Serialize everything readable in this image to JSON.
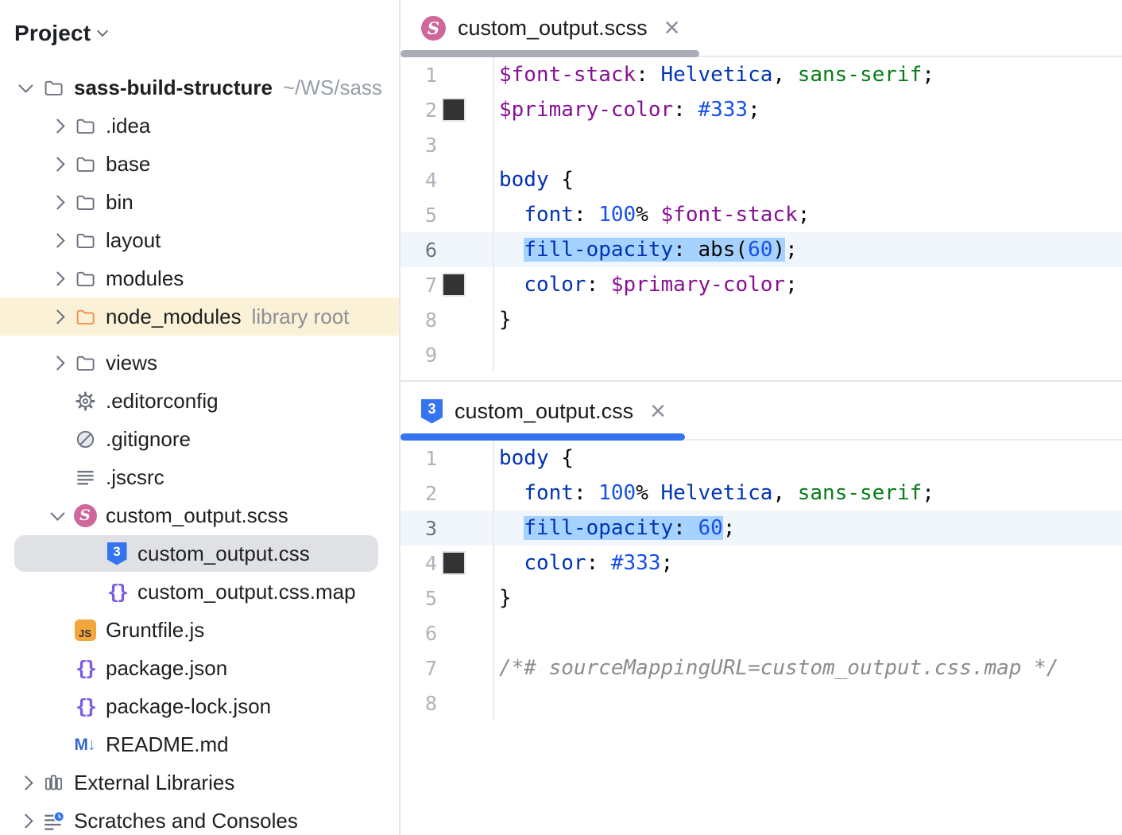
{
  "project_panel": {
    "title": "Project",
    "items": [
      {
        "label": "sass-build-structure",
        "secondary": "~/WS/sass",
        "icon": "folder",
        "depth": 0,
        "chevron": "down",
        "bold": true
      },
      {
        "label": ".idea",
        "icon": "folder",
        "depth": 1,
        "chevron": "right"
      },
      {
        "label": "base",
        "icon": "folder",
        "depth": 1,
        "chevron": "right"
      },
      {
        "label": "bin",
        "icon": "folder",
        "depth": 1,
        "chevron": "right"
      },
      {
        "label": "layout",
        "icon": "folder",
        "depth": 1,
        "chevron": "right"
      },
      {
        "label": "modules",
        "icon": "folder",
        "depth": 1,
        "chevron": "right"
      },
      {
        "label": "node_modules",
        "badge": "library root",
        "icon": "folder-orange",
        "depth": 1,
        "chevron": "right",
        "highlighted": true,
        "gap_after": true
      },
      {
        "label": "views",
        "icon": "folder",
        "depth": 1,
        "chevron": "right"
      },
      {
        "label": ".editorconfig",
        "icon": "gear",
        "depth": 1,
        "chevron": "none"
      },
      {
        "label": ".gitignore",
        "icon": "no-entry",
        "depth": 1,
        "chevron": "none"
      },
      {
        "label": ".jscsrc",
        "icon": "text-lines",
        "depth": 1,
        "chevron": "none"
      },
      {
        "label": "custom_output.scss",
        "icon": "sass",
        "depth": 1,
        "chevron": "down"
      },
      {
        "label": "custom_output.css",
        "icon": "css",
        "depth": 2,
        "chevron": "none",
        "selected": true
      },
      {
        "label": "custom_output.css.map",
        "icon": "braces",
        "depth": 2,
        "chevron": "none"
      },
      {
        "label": "Gruntfile.js",
        "icon": "js",
        "depth": 1,
        "chevron": "none"
      },
      {
        "label": "package.json",
        "icon": "braces",
        "depth": 1,
        "chevron": "none"
      },
      {
        "label": "package-lock.json",
        "icon": "braces",
        "depth": 1,
        "chevron": "none"
      },
      {
        "label": "README.md",
        "icon": "markdown",
        "depth": 1,
        "chevron": "none"
      },
      {
        "label": "External Libraries",
        "icon": "library",
        "depth": 0,
        "chevron": "right"
      },
      {
        "label": "Scratches and Consoles",
        "icon": "scratches",
        "depth": 0,
        "chevron": "right"
      }
    ]
  },
  "colors": {
    "accent_blue": "#3574F0",
    "inactive_tab_underline": "#A8ADB8",
    "selection": "#A6D2FF",
    "current_line": "#F1F6FD",
    "library_root_highlight": "#FBF1D6",
    "tree_selection": "#DFE1E5",
    "syntax_variable": "#871094",
    "syntax_keyword": "#0033B3",
    "syntax_number": "#1750EB",
    "syntax_string": "#067D17",
    "syntax_comment": "#8C8C8C",
    "color_swatch": "#333333"
  },
  "editors": [
    {
      "tab": {
        "title": "custom_output.scss",
        "icon": "sass-icon",
        "close_label": "×"
      },
      "lines": [
        {
          "n": "1",
          "tk": [
            [
              "var",
              "$font-stack"
            ],
            [
              "pun",
              ": "
            ],
            [
              "kw",
              "Helvetica"
            ],
            [
              "pun",
              ", "
            ],
            [
              "str",
              "sans-serif"
            ],
            [
              "pun",
              ";"
            ]
          ]
        },
        {
          "n": "2",
          "swatch": "#333333",
          "tk": [
            [
              "var",
              "$primary-color"
            ],
            [
              "pun",
              ": "
            ],
            [
              "num",
              "#333"
            ],
            [
              "pun",
              ";"
            ]
          ]
        },
        {
          "n": "3",
          "tk": []
        },
        {
          "n": "4",
          "tk": [
            [
              "kw",
              "body"
            ],
            [
              "pun",
              " {"
            ]
          ]
        },
        {
          "n": "5",
          "tk": [
            [
              "pun",
              "  "
            ],
            [
              "kw",
              "font"
            ],
            [
              "pun",
              ": "
            ],
            [
              "num",
              "100"
            ],
            [
              "pun",
              "% "
            ],
            [
              "var",
              "$font-stack"
            ],
            [
              "pun",
              ";"
            ]
          ]
        },
        {
          "n": "6",
          "hl": true,
          "tk": [
            [
              "pun",
              "  "
            ],
            [
              "kw",
              "fill-opacity",
              1
            ],
            [
              "pun",
              ": ",
              1
            ],
            [
              "pun",
              "abs(",
              1
            ],
            [
              "num",
              "60",
              1
            ],
            [
              "pun",
              ")",
              1
            ],
            [
              "pun",
              ";"
            ]
          ]
        },
        {
          "n": "7",
          "swatch": "#333333",
          "tk": [
            [
              "pun",
              "  "
            ],
            [
              "kw",
              "color"
            ],
            [
              "pun",
              ": "
            ],
            [
              "var",
              "$primary-color"
            ],
            [
              "pun",
              ";"
            ]
          ]
        },
        {
          "n": "8",
          "tk": [
            [
              "pun",
              "}"
            ]
          ]
        },
        {
          "n": "9",
          "tk": []
        }
      ]
    },
    {
      "tab": {
        "title": "custom_output.css",
        "icon": "css-icon",
        "close_label": "×"
      },
      "lines": [
        {
          "n": "1",
          "tk": [
            [
              "kw",
              "body"
            ],
            [
              "pun",
              " {"
            ]
          ]
        },
        {
          "n": "2",
          "tk": [
            [
              "pun",
              "  "
            ],
            [
              "kw",
              "font"
            ],
            [
              "pun",
              ": "
            ],
            [
              "num",
              "100"
            ],
            [
              "pun",
              "% "
            ],
            [
              "kw",
              "Helvetica"
            ],
            [
              "pun",
              ", "
            ],
            [
              "str",
              "sans-serif"
            ],
            [
              "pun",
              ";"
            ]
          ]
        },
        {
          "n": "3",
          "hl": true,
          "tk": [
            [
              "pun",
              "  "
            ],
            [
              "kw",
              "fill-opacity",
              1
            ],
            [
              "pun",
              ": ",
              1
            ],
            [
              "num",
              "60",
              1
            ],
            [
              "pun",
              ";"
            ]
          ]
        },
        {
          "n": "4",
          "swatch": "#333333",
          "tk": [
            [
              "pun",
              "  "
            ],
            [
              "kw",
              "color"
            ],
            [
              "pun",
              ": "
            ],
            [
              "num",
              "#333"
            ],
            [
              "pun",
              ";"
            ]
          ]
        },
        {
          "n": "5",
          "tk": [
            [
              "pun",
              "}"
            ]
          ]
        },
        {
          "n": "6",
          "tk": []
        },
        {
          "n": "7",
          "tk": [
            [
              "cmt",
              "/*# sourceMappingURL=custom_output.css.map */"
            ]
          ]
        },
        {
          "n": "8",
          "tk": []
        }
      ]
    }
  ]
}
